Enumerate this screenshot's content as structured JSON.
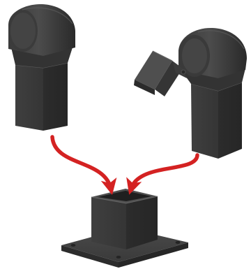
{
  "figure": {
    "parts": [
      {
        "icon": "rounded-post-cap-icon"
      },
      {
        "icon": "angled-bracket-post-cap-icon"
      },
      {
        "icon": "square-post-base-plate-icon"
      }
    ],
    "arrows": [
      {
        "icon": "curved-arrow-icon",
        "from": "rounded-post-cap",
        "to": "square-post-base"
      },
      {
        "icon": "curved-arrow-icon",
        "from": "angled-bracket-post-cap",
        "to": "square-post-base"
      }
    ],
    "colors": {
      "background": "#ffffff",
      "part_dark": "#2f2f2f",
      "part_mid": "#454545",
      "part_light": "#5b5b5b",
      "arrow": "#d42222"
    }
  }
}
